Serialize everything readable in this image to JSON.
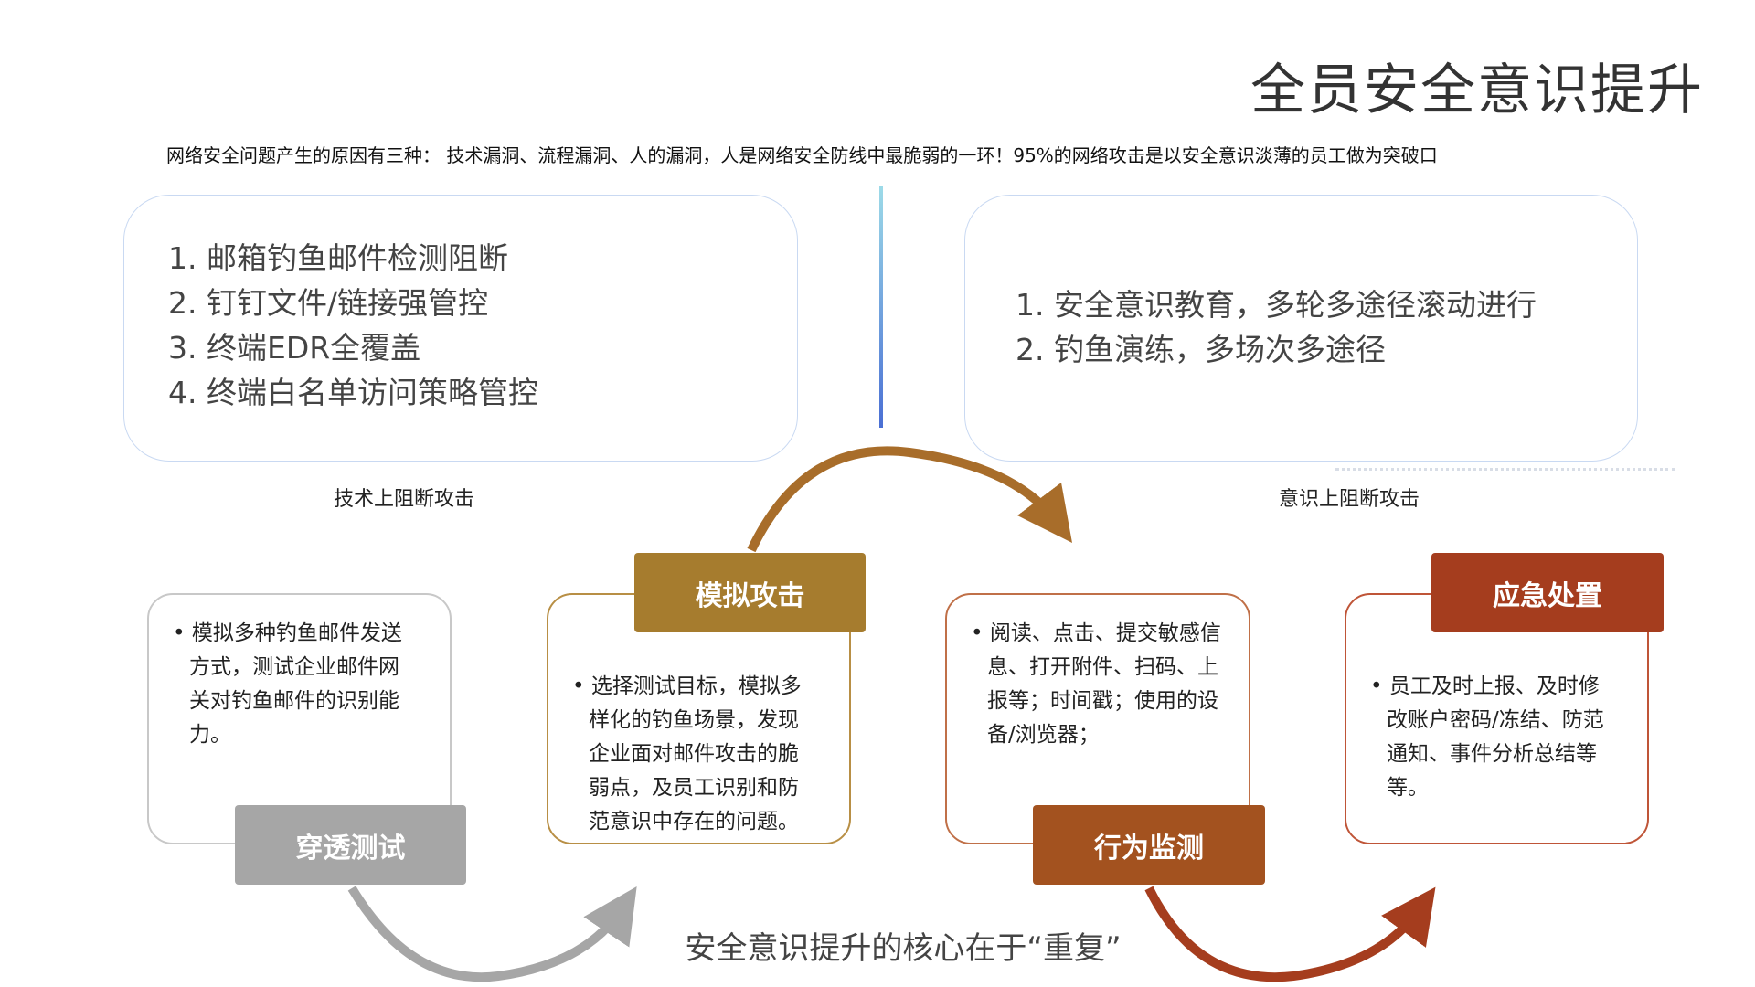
{
  "title": "全员安全意识提升",
  "subtitle": "网络安全问题产生的原因有三种： 技术漏洞、流程漏洞、人的漏洞，人是网络安全防线中最脆弱的一环！95%的网络攻击是以安全意识淡薄的员工做为突破口",
  "tech": {
    "items": [
      "1. 邮箱钓鱼邮件检测阻断",
      "2. 钉钉文件/链接强管控",
      "3. 终端EDR全覆盖",
      "4. 终端白名单访问策略管控"
    ],
    "caption": "技术上阻断攻击"
  },
  "awareness": {
    "items": [
      "1. 安全意识教育，多轮多途径滚动进行",
      "2. 钓鱼演练，多场次多途径"
    ],
    "caption": "意识上阻断攻击"
  },
  "steps": [
    {
      "label": "穿透测试",
      "text": "• 模拟多种钓鱼邮件发送方式，测试企业邮件网关对钓鱼邮件的识别能力。",
      "color": "#a6a6a6"
    },
    {
      "label": "模拟攻击",
      "text": "• 选择测试目标，模拟多样化的钓鱼场景，发现企业面对邮件攻击的脆弱点，及员工识别和防范意识中存在的问题。",
      "color": "#a67c2e"
    },
    {
      "label": "行为监测",
      "text": "• 阅读、点击、提交敏感信息、打开附件、扫码、上报等；时间戳；使用的设备/浏览器；",
      "color": "#a3521f"
    },
    {
      "label": "应急处置",
      "text": "• 员工及时上报、及时修改账户密码/冻结、防范通知、事件分析总结等等。",
      "color": "#a53d1e"
    }
  ],
  "core": "安全意识提升的核心在于“重复”"
}
